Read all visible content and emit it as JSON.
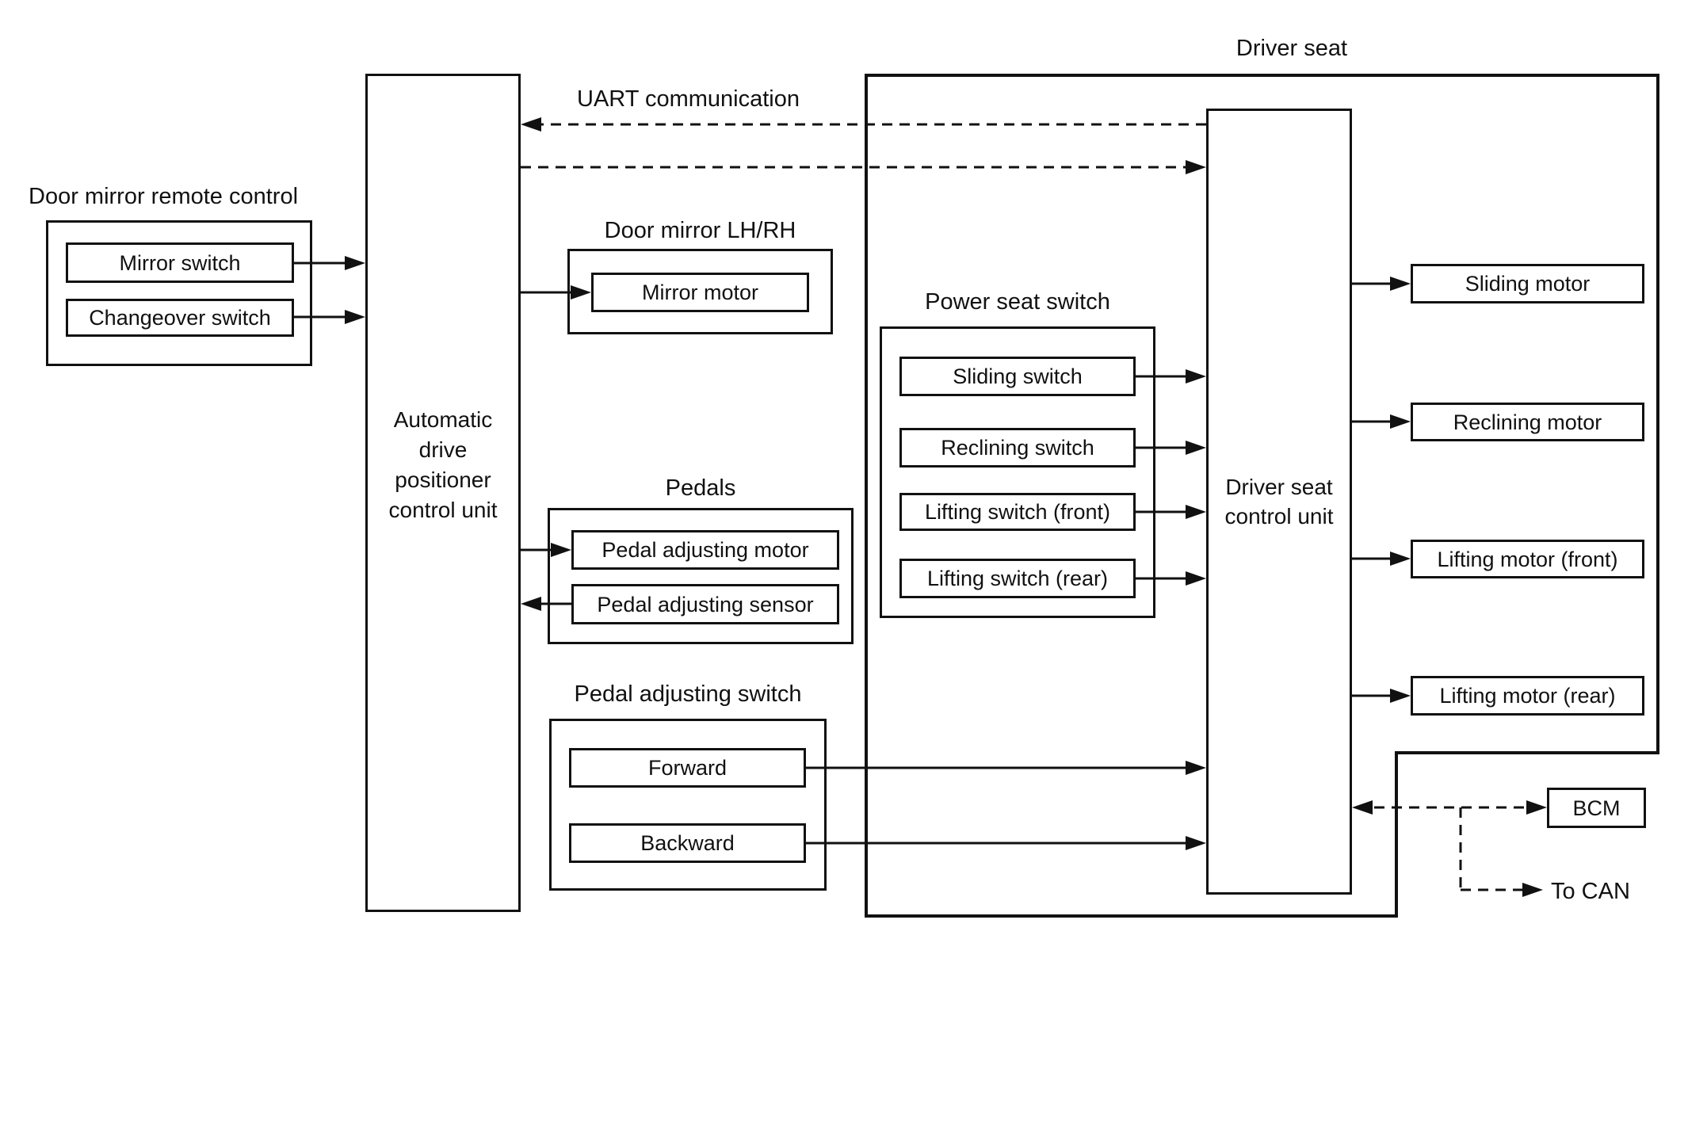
{
  "colors": {
    "ink": "#111111",
    "background": "#ffffff"
  },
  "door_mirror_remote_control": {
    "label": "Door mirror remote control",
    "mirror_switch": "Mirror switch",
    "changeover_switch": "Changeover switch"
  },
  "adp_unit": {
    "label": "Automatic\ndrive\npositioner\ncontrol unit"
  },
  "uart": {
    "label": "UART communication"
  },
  "door_mirror": {
    "label": "Door mirror LH/RH",
    "mirror_motor": "Mirror motor"
  },
  "pedals": {
    "label": "Pedals",
    "motor": "Pedal adjusting motor",
    "sensor": "Pedal adjusting sensor"
  },
  "pedal_adjusting_switch": {
    "label": "Pedal adjusting switch",
    "forward": "Forward",
    "backward": "Backward"
  },
  "driver_seat": {
    "label": "Driver seat",
    "control_unit": "Driver seat\ncontrol unit"
  },
  "power_seat_switch": {
    "label": "Power seat switch",
    "sliding": "Sliding switch",
    "reclining": "Reclining switch",
    "lifting_front": "Lifting switch (front)",
    "lifting_rear": "Lifting switch (rear)"
  },
  "motors": {
    "sliding": "Sliding motor",
    "reclining": "Reclining motor",
    "lifting_front": "Lifting motor (front)",
    "lifting_rear": "Lifting motor (rear)"
  },
  "bcm": {
    "label": "BCM"
  },
  "can": {
    "label": "To CAN"
  }
}
